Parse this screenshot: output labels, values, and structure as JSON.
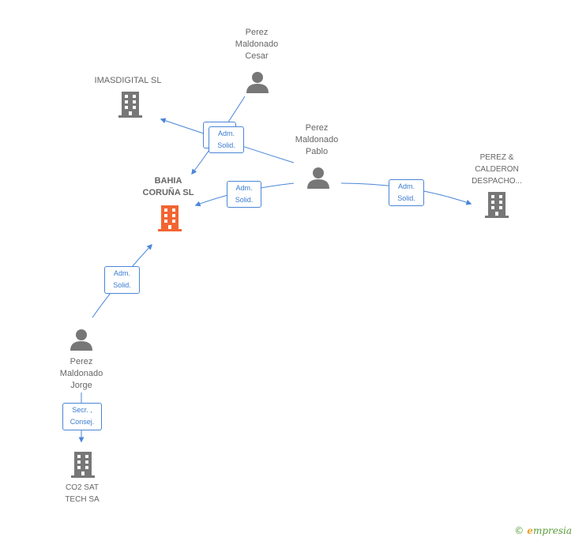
{
  "nodes": {
    "cesar": {
      "lines": [
        "Perez",
        "Maldonado",
        "Cesar"
      ],
      "kind": "person"
    },
    "pablo": {
      "lines": [
        "Perez",
        "Maldonado",
        "Pablo"
      ],
      "kind": "person"
    },
    "jorge": {
      "lines": [
        "Perez",
        "Maldonado",
        "Jorge"
      ],
      "kind": "person"
    },
    "imasdigital": {
      "lines": [
        "IMASDIGITAL SL"
      ],
      "kind": "company"
    },
    "bahia": {
      "lines": [
        "BAHIA",
        "CORUÑA SL"
      ],
      "kind": "company-main"
    },
    "perez_calderon": {
      "lines": [
        "PEREZ &",
        "CALDERON",
        "DESPACHO..."
      ],
      "kind": "company"
    },
    "co2": {
      "lines": [
        "CO2 SAT",
        "TECH SA"
      ],
      "kind": "company"
    }
  },
  "badges": {
    "cesar_pablo": [
      "Adm.",
      "Solid."
    ],
    "pablo_bahia": [
      "Adm.",
      "Solid."
    ],
    "pablo_perez": [
      "Adm.",
      "Solid."
    ],
    "jorge_bahia": [
      "Adm.",
      "Solid."
    ],
    "jorge_co2": [
      "Secr. ,",
      "Consej."
    ]
  },
  "colors": {
    "edge": "#4a86d6",
    "icon": "#777777",
    "main_icon": "#f26533",
    "label": "#666666"
  },
  "brand": {
    "copyright": "©",
    "first_letter": "e",
    "rest": "mpresia"
  }
}
